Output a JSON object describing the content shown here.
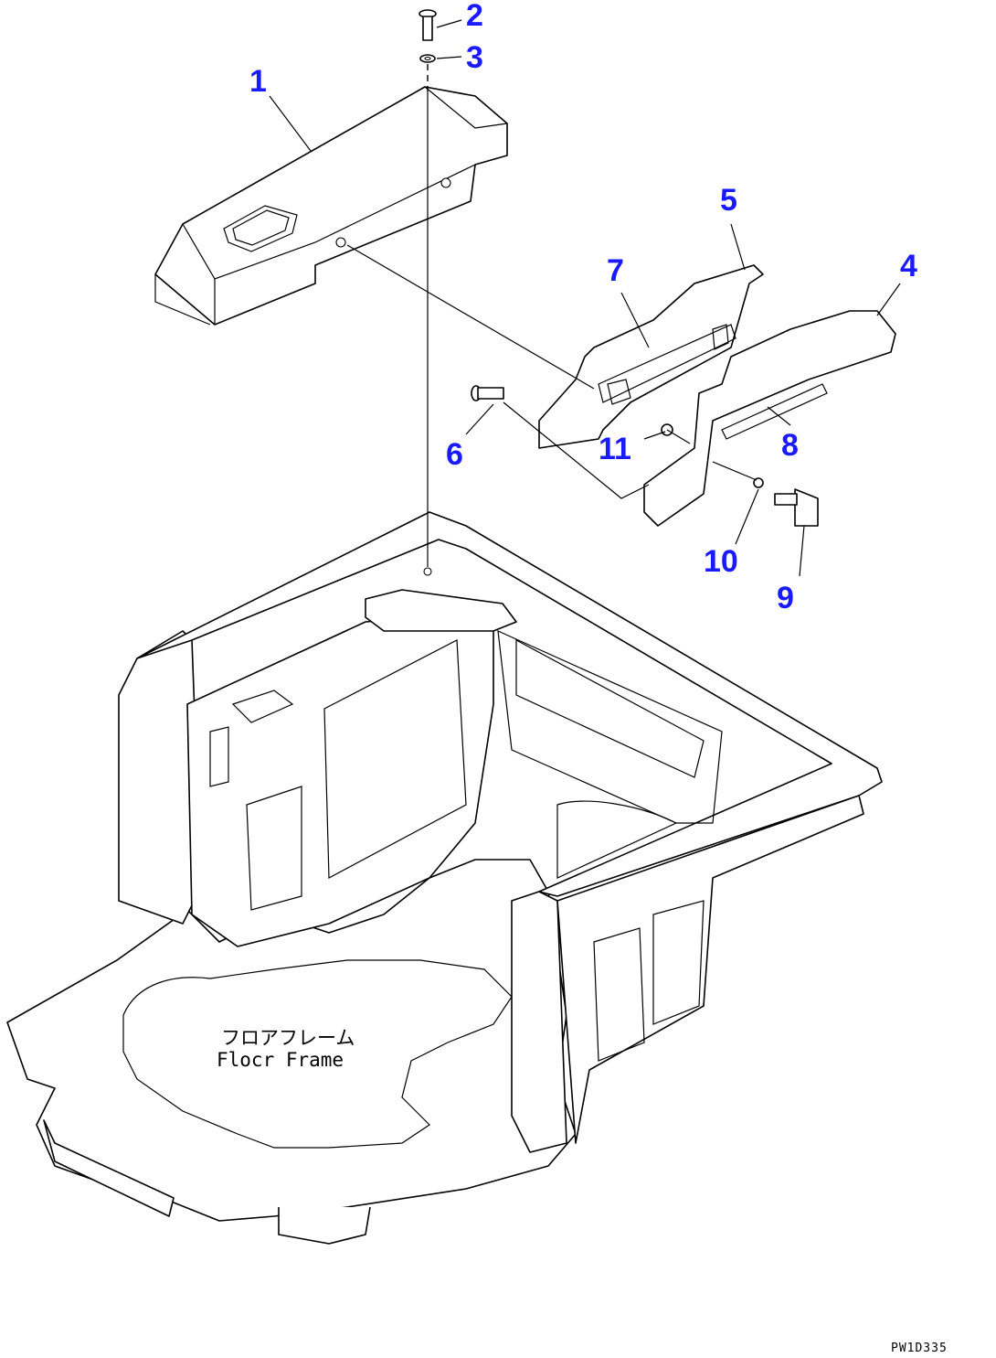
{
  "diagram": {
    "callout_color": "#1a1aff",
    "line_color": "#000000",
    "callouts": [
      {
        "id": "1",
        "text": "1"
      },
      {
        "id": "2",
        "text": "2"
      },
      {
        "id": "3",
        "text": "3"
      },
      {
        "id": "4",
        "text": "4"
      },
      {
        "id": "5",
        "text": "5"
      },
      {
        "id": "6",
        "text": "6"
      },
      {
        "id": "7",
        "text": "7"
      },
      {
        "id": "8",
        "text": "8"
      },
      {
        "id": "9",
        "text": "9"
      },
      {
        "id": "10",
        "text": "10"
      },
      {
        "id": "11",
        "text": "11"
      }
    ],
    "frame_label_jp": "フロアフレーム",
    "frame_label_en": "Flocr Frame",
    "drawing_code": "PW1D335"
  }
}
